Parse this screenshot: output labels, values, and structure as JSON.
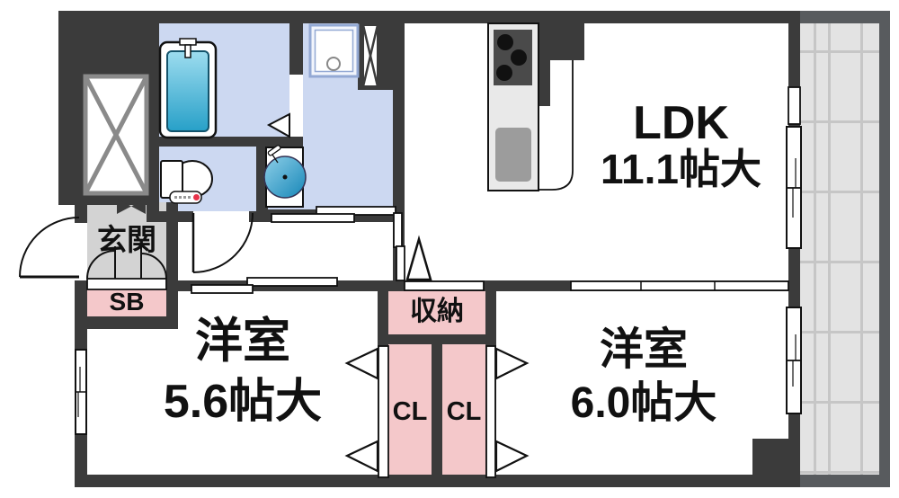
{
  "floorplan": {
    "rooms": {
      "ldk": {
        "label": "LDK",
        "size": "11.1帖大"
      },
      "western_room_small": {
        "label": "洋室",
        "size": "5.6帖大"
      },
      "western_room_large": {
        "label": "洋室",
        "size": "6.0帖大"
      },
      "entrance": {
        "label": "玄関"
      },
      "shoe_box": {
        "label": "SB"
      },
      "storage": {
        "label": "収納"
      },
      "closet_left": {
        "label": "CL"
      },
      "closet_right": {
        "label": "CL"
      }
    },
    "colors": {
      "wall": "#3b3b3b",
      "wet_area_floor": "#ccd8f1",
      "storage_pink": "#f4c8ca",
      "entrance_gray": "#d3d3d3",
      "balcony_tile": "#e3e3e3",
      "balcony_border": "#585b5e",
      "bathtub_blue": "#27a0c8",
      "toilet_button_red": "#e8334a"
    }
  }
}
